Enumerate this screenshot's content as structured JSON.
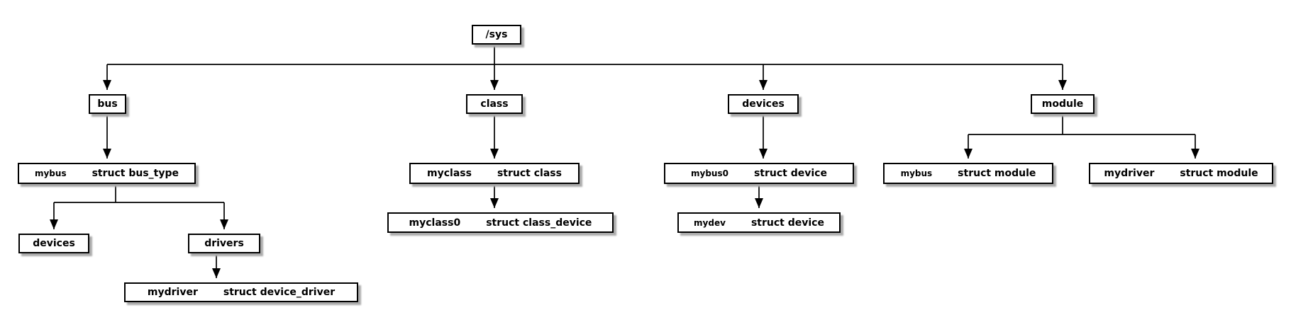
{
  "colors": {
    "background": "#ffffff",
    "box_fill": "#ffffff",
    "box_border": "#000000",
    "connector_line": "#000000",
    "shadow": "#ababab",
    "text": "#000000"
  },
  "nodes": {
    "sys": {
      "label": "/sys"
    },
    "bus": {
      "label": "bus"
    },
    "class": {
      "label": "class"
    },
    "devices": {
      "label": "devices"
    },
    "module": {
      "label": "module"
    },
    "mybus_bus_type": {
      "name": "mybus",
      "type": "struct bus_type"
    },
    "myclass_class": {
      "name": "myclass",
      "type": "struct class"
    },
    "mybus0_device": {
      "name": "mybus0",
      "type": "struct device"
    },
    "mybus_module": {
      "name": "mybus",
      "type": "struct module"
    },
    "mydriver_module": {
      "name": "mydriver",
      "type": "struct module"
    },
    "myclass0_class_device": {
      "name": "myclass0",
      "type": "struct class_device"
    },
    "mydev_device": {
      "name": "mydev",
      "type": "struct device"
    },
    "devices_sub": {
      "label": "devices"
    },
    "drivers": {
      "label": "drivers"
    },
    "mydriver_device_driver": {
      "name": "mydriver",
      "type": "struct device_driver"
    }
  }
}
